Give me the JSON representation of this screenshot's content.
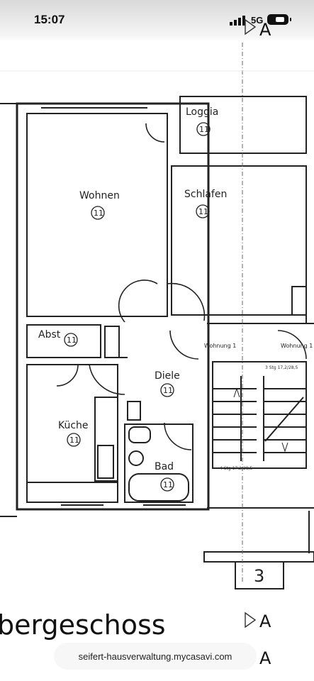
{
  "status_bar": {
    "time": "15:07",
    "network": "5G"
  },
  "plan": {
    "rooms": {
      "loggia": "Loggia",
      "wohnen": "Wohnen",
      "schlafen": "Schlafen",
      "abst": "Abst",
      "diele": "Diele",
      "kueche": "Küche",
      "bad": "Bad"
    },
    "room_number": "11",
    "apartment_left": "Wohnung 1",
    "apartment_right": "Wohnung 1",
    "stair_upper": "3 Stg 17,2/28,5",
    "stair_lower": "4 Stg 17,2/28,5",
    "stair_number": "3",
    "floor_title": "bergeschoss",
    "section_marker": "A"
  },
  "browser": {
    "url": "seifert-hausverwaltung.mycasavi.com"
  }
}
